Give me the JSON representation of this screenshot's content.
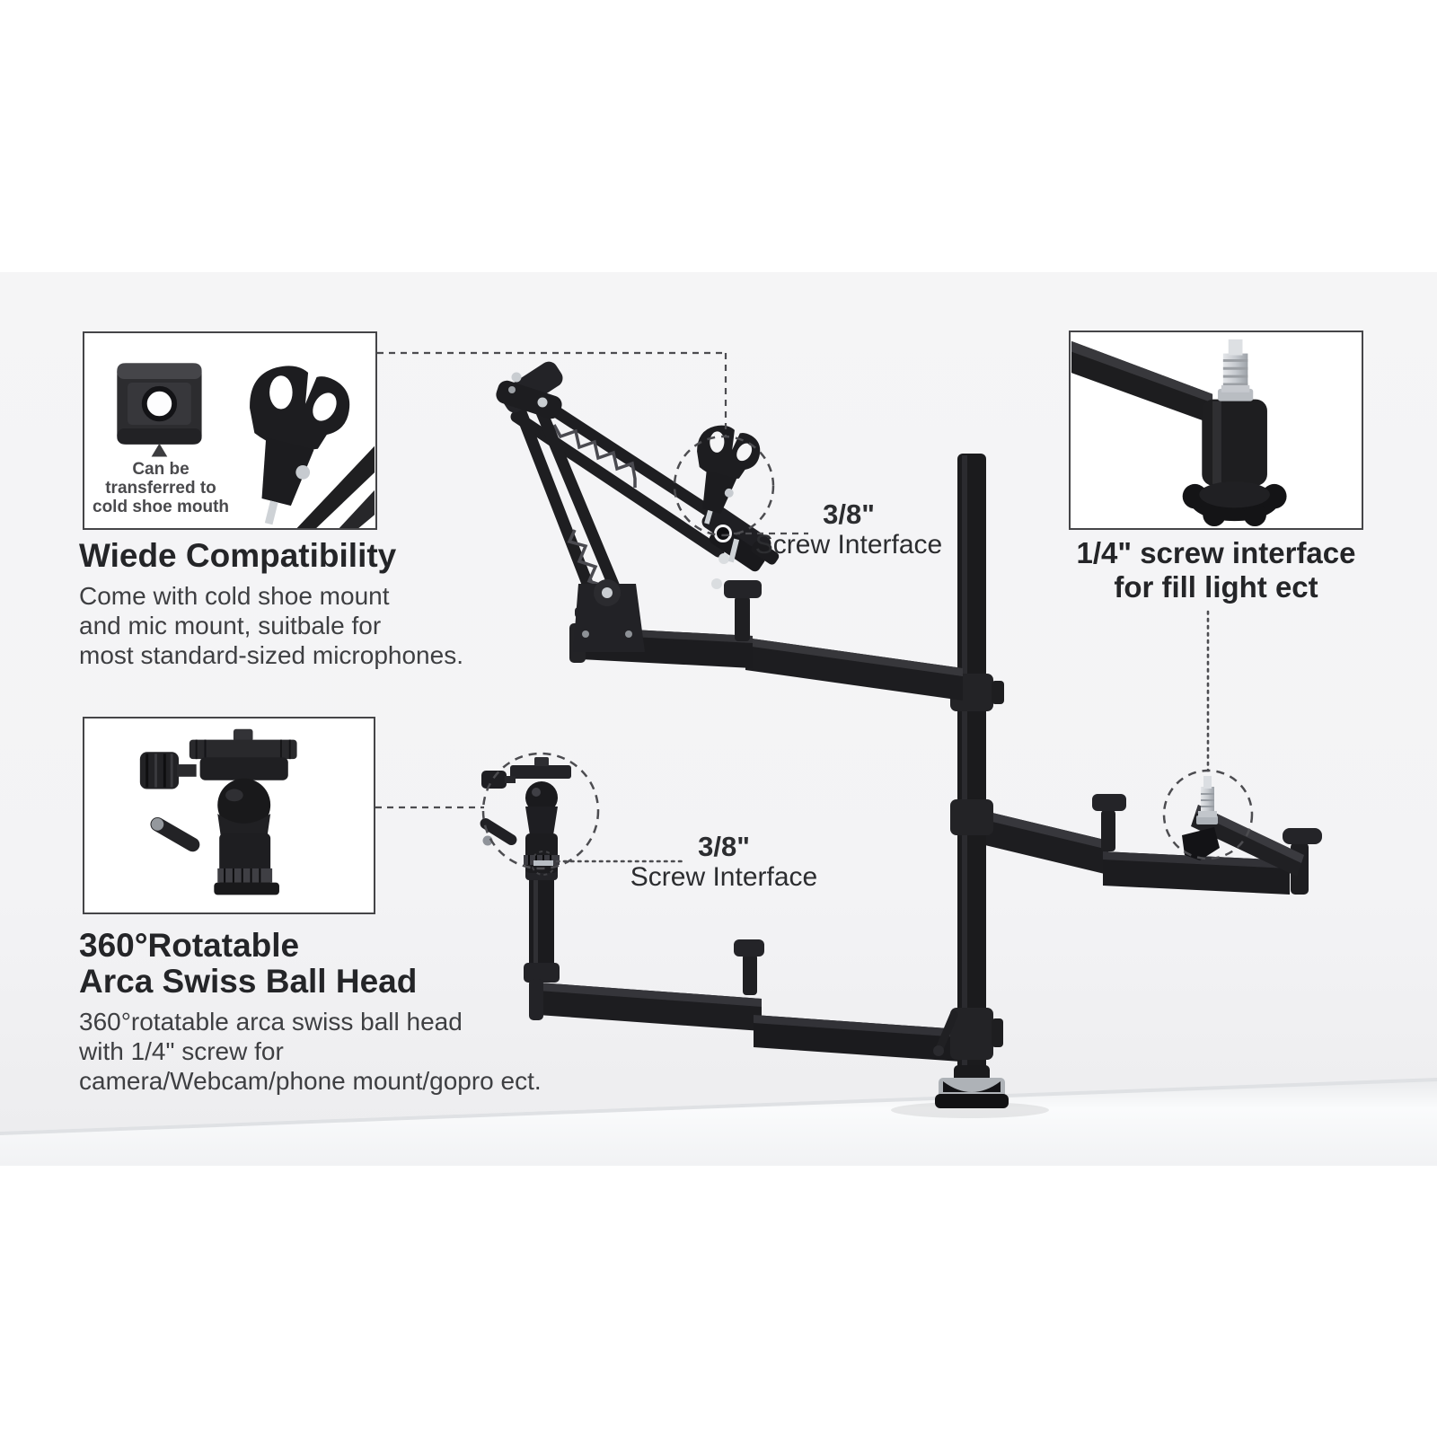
{
  "callouts": {
    "wide_compatibility": {
      "note": [
        "Can be",
        "transferred to",
        "cold shoe mouth"
      ],
      "heading": "Wiede Compatibility",
      "body": [
        "Come with cold shoe mount",
        "and mic mount, suitbale for",
        "most standard-sized microphones."
      ]
    },
    "quarter_screw": {
      "heading": [
        "1/4\" screw interface",
        "for fill light ect"
      ]
    },
    "ball_head": {
      "heading": [
        "360°Rotatable",
        "Arca Swiss Ball Head"
      ],
      "body": [
        "360°rotatable arca swiss ball head",
        "with 1/4\" screw for",
        "camera/Webcam/phone mount/gopro ect."
      ]
    }
  },
  "labels": {
    "mic_screw": {
      "size": "3/8\"",
      "caption": "Screw Interface"
    },
    "ballhead_screw": {
      "size": "3/8\"",
      "caption": "Screw Interface"
    }
  },
  "icons": {
    "cold_shoe": "cold-shoe-mount-icon",
    "mic_clip": "mic-clip-icon",
    "quarter_stud": "quarter-inch-screw-icon",
    "ball_head": "arca-ball-head-icon"
  },
  "colors": {
    "backdrop": "#f4f4f6",
    "desk": "#f7f8fa",
    "product_black": "#1c1c1f",
    "silver": "#ccd0d5",
    "panel_border": "#454548",
    "leader_line": "#4c4c50",
    "text_primary": "#242528",
    "text_secondary": "#3e3f42"
  }
}
